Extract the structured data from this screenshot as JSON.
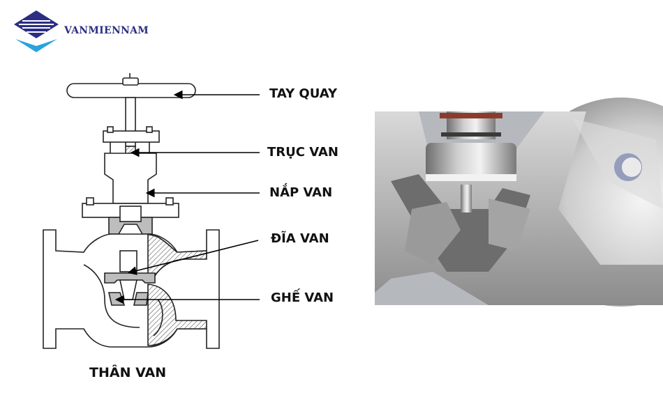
{
  "logo": {
    "brand_name": "VANMIENNAM",
    "icon": "diamond-stripes-logo"
  },
  "diagram": {
    "callouts": {
      "handwheel": "TAY QUAY",
      "stem": "TRỤC VAN",
      "bonnet": "NẮP VAN",
      "disc": "ĐĨA VAN",
      "seat": "GHẾ VAN"
    },
    "body_label": "THÂN VAN"
  },
  "photo": {
    "subject": "cutaway photo of globe valve internals"
  },
  "colors": {
    "brand_blue": "#2b2e83",
    "logo_light_blue": "#2aa3dc",
    "leader_line": "#000000"
  }
}
